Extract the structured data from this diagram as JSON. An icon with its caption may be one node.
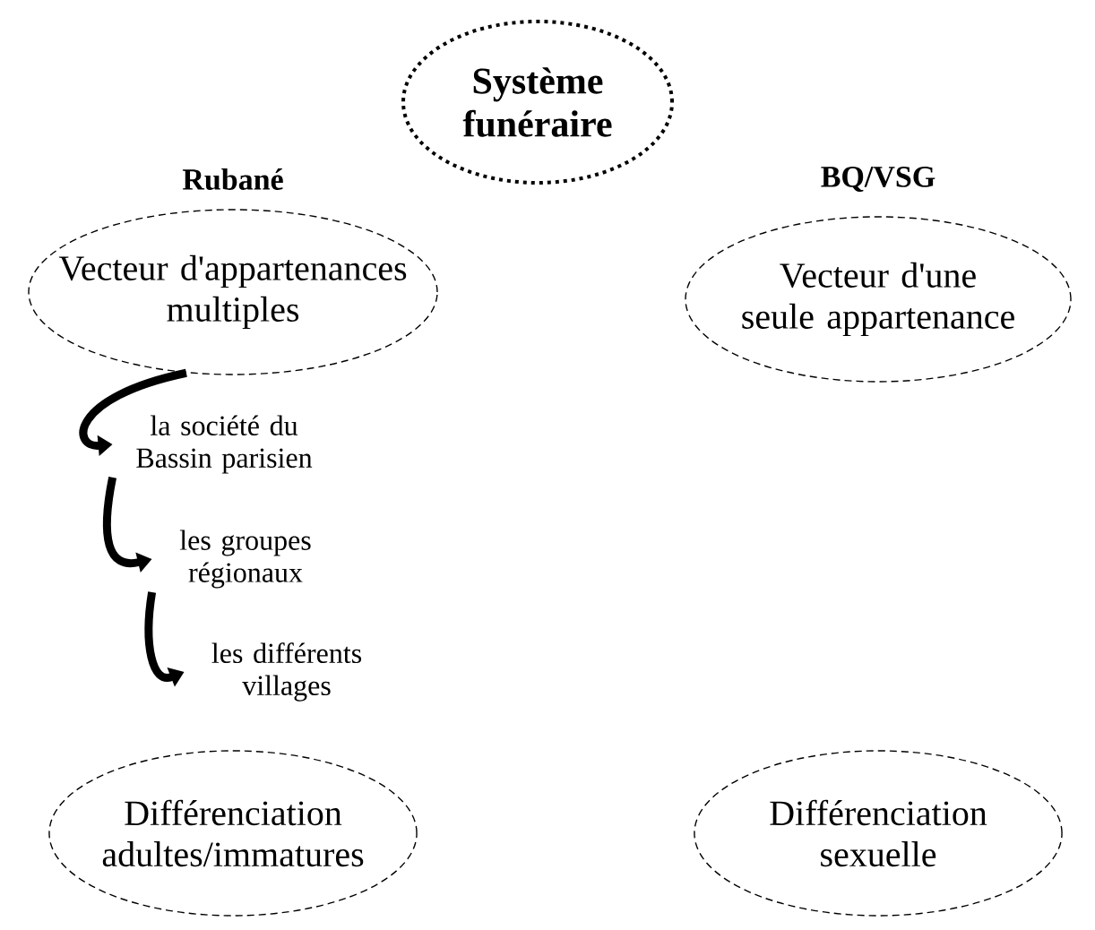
{
  "diagram": {
    "nodes": [
      {
        "text": [
          "Système funéraire"
        ]
      },
      {
        "text": [
          "Vecteur d'appartenances multiples"
        ]
      },
      {
        "text": [
          "Vecteur d'une seule appartenance"
        ]
      },
      {
        "text": [
          "la société du Bassin parisien"
        ]
      },
      {
        "text": [
          "les groupes régionaux"
        ]
      },
      {
        "text": [
          "les différents villages"
        ]
      },
      {
        "text": [
          "Différenciation adultes/immatures"
        ]
      },
      {
        "text": [
          "Différenciation sexuelle"
        ]
      }
    ],
    "edges": [
      {
        "from": 1,
        "to": 3,
        "arrow": "to"
      },
      {
        "from": 3,
        "to": 4,
        "arrow": "to"
      },
      {
        "from": 4,
        "to": 5,
        "arrow": "to"
      }
    ],
    "labels": [
      "Rubané",
      "BQ/VSG"
    ]
  }
}
